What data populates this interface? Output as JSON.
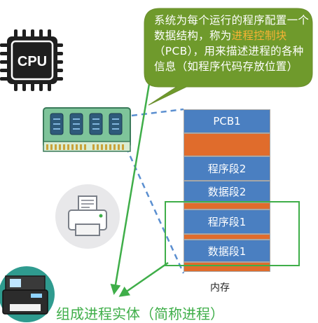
{
  "callout": {
    "text_before": "系统为每个运行的程序配置一个数据结构，称为",
    "highlight": "进程控制块",
    "text_after": "（PCB），用来描述进程的各种信息（如程序代码存放位置）"
  },
  "cpu_chip": {
    "label": "CPU"
  },
  "memory": {
    "label": "内存",
    "blocks": [
      {
        "label": "PCB1",
        "color": "blue"
      },
      {
        "label": "",
        "color": "orange"
      },
      {
        "label": "程序段2",
        "color": "blue"
      },
      {
        "label": "数据段2",
        "color": "blue"
      },
      {
        "label": "",
        "color": "orange"
      },
      {
        "label": "程序段1",
        "color": "blue"
      },
      {
        "label": "",
        "color": "orange"
      },
      {
        "label": "数据段1",
        "color": "blue"
      },
      {
        "label": "",
        "color": "orange"
      }
    ]
  },
  "caption": "组成进程实体（简称进程）",
  "colors": {
    "bubble": "#6f9a2c",
    "highlight": "#f5b335",
    "memory_blue": "#4a7fc1",
    "memory_orange": "#e06c2c",
    "frame_green": "#3fae49",
    "connector": "#5b8fd0"
  }
}
